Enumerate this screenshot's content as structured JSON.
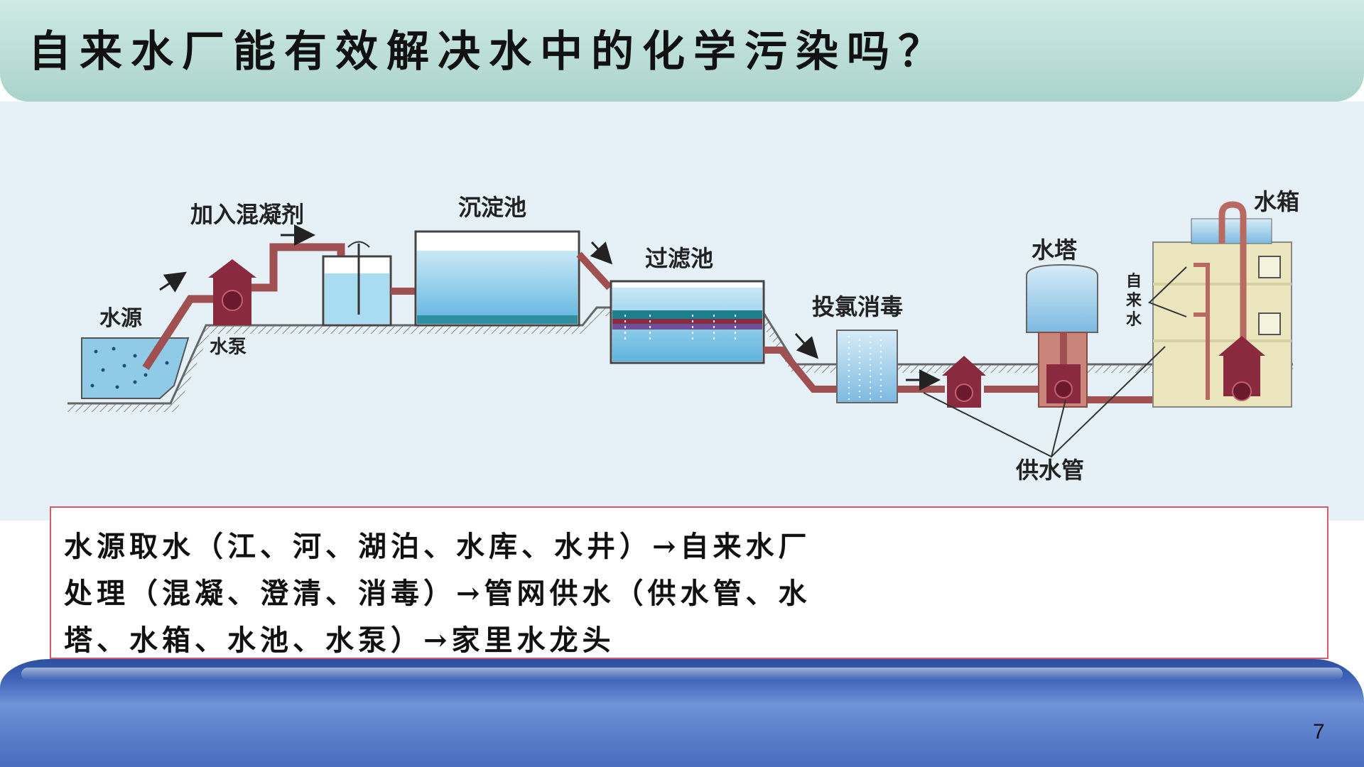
{
  "title": "自来水厂能有效解决水中的化学污染吗？",
  "diagram": {
    "labels": {
      "water_source": "水源",
      "pump": "水泵",
      "add_coagulant": "加入混凝剂",
      "sedimentation_tank": "沉淀池",
      "filter_tank": "过滤池",
      "chlorination": "投氯消毒",
      "water_tower": "水塔",
      "water_tank": "水箱",
      "tap_water": "自来水",
      "supply_pipe": "供水管"
    },
    "colors": {
      "pipe": "#a05050",
      "pump_house": "#8a2a3e",
      "water": "#9fd4ec",
      "building": "#ece6bf"
    }
  },
  "process_text": {
    "line1": "水源取水（江、河、湖泊、水库、水井）→自来水厂",
    "line2": "处理（混凝、澄清、消毒）→管网供水（供水管、水",
    "line3": "塔、水箱、水池、水泵）→家里水龙头"
  },
  "page_number": "7"
}
